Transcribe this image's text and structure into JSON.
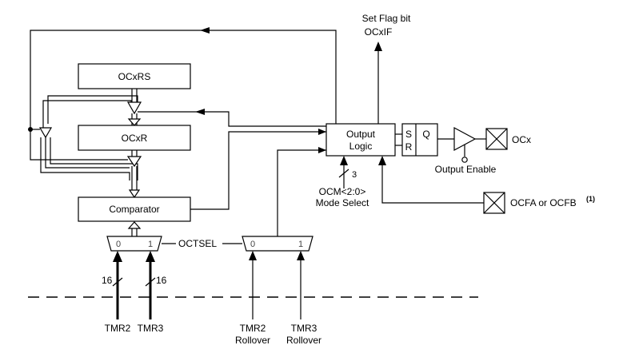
{
  "blocks": {
    "ocxrs": "OCxRS",
    "ocxr": "OCxR",
    "comparator": "Comparator",
    "output_logic_line1": "Output",
    "output_logic_line2": "Logic",
    "sr_s": "S",
    "sr_r": "R",
    "sr_q": "Q"
  },
  "labels": {
    "set_flag_line1": "Set Flag bit",
    "set_flag_line2": "OCxIF",
    "ocx": "OCx",
    "output_enable": "Output Enable",
    "ocfa_ocfb": "OCFA or OCFB",
    "ocfa_ocfb_note": "(1)",
    "ocm_line1": "OCM<2:0>",
    "ocm_line2": "Mode Select",
    "ocm_width": "3",
    "octsel": "OCTSEL",
    "tmr2": "TMR2",
    "tmr3": "TMR3",
    "tmr2_width": "16",
    "tmr3_width": "16",
    "tmr2_rollover_line1": "TMR2",
    "tmr2_rollover_line2": "Rollover",
    "tmr3_rollover_line1": "TMR3",
    "tmr3_rollover_line2": "Rollover",
    "mux_left_in0": "0",
    "mux_left_in1": "1",
    "mux_right_in0": "0",
    "mux_right_in1": "1"
  }
}
